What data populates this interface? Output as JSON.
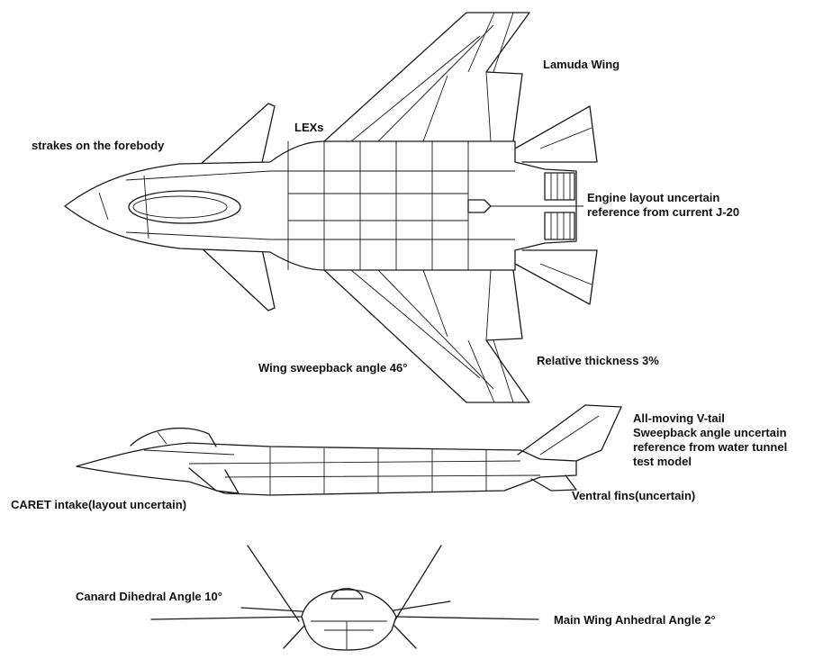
{
  "labels": {
    "lamuda_wing": "Lamuda Wing",
    "lexs": "LEXs",
    "strakes": "strakes on the forebody",
    "engine_line1": "Engine layout uncertain",
    "engine_line2": "reference from current J-20",
    "wing_sweep": "Wing sweepback angle 46°",
    "rel_thickness": "Relative thickness 3%",
    "vtail_line1": "All-moving V-tail",
    "vtail_line2": "Sweepback angle uncertain",
    "vtail_line3": "reference from water tunnel",
    "vtail_line4": "test model",
    "caret_intake": "CARET intake(layout uncertain)",
    "ventral_fins": "Ventral fins(uncertain)",
    "canard_dihedral": "Canard Dihedral Angle 10°",
    "main_wing_anhedral": "Main Wing Anhedral Angle 2°"
  },
  "colors": {
    "line": "#1a1a1a",
    "text": "#111111",
    "background": "#ffffff"
  }
}
